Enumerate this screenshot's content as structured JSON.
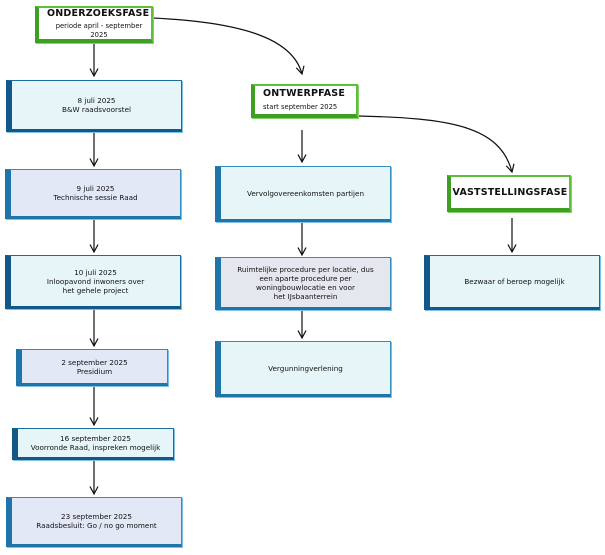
{
  "phases": {
    "onderzoek": {
      "title": "ONDERZOEKSFASE",
      "subtitle": "periode april - september 2025"
    },
    "ontwerp": {
      "title": "ONTWERPFASE",
      "subtitle": "start september 2025"
    },
    "vaststelling": {
      "title": "VASTSTELLINGSFASE"
    }
  },
  "onderzoek_steps": [
    {
      "date": "8 juli 2025",
      "text": "B&W raadsvoorstel"
    },
    {
      "date": "9 juli 2025",
      "text": "Technische sessie Raad"
    },
    {
      "date": "10 juli 2025",
      "line1": "Inloopavond inwoners over",
      "line2": "het gehele project"
    },
    {
      "date": "2 september 2025",
      "text": "Presidium"
    },
    {
      "date": "16 september 2025",
      "text": "Voorronde  Raad, inspreken mogelijk"
    },
    {
      "date": "23 september 2025",
      "text": "Raadsbesluit: Go / no go moment"
    }
  ],
  "ontwerp_steps": [
    {
      "text": "Vervolgovereenkomsten partijen"
    },
    {
      "line1": "Ruimtelijke procedure per locatie, dus",
      "line2": "een aparte procedure per",
      "line3": "woningbouwlocatie en voor",
      "line4": "het IJsbaanterrein"
    },
    {
      "text": "Vergunningverlening"
    }
  ],
  "vaststelling_steps": [
    {
      "text": "Bezwaar of beroep mogelijk"
    }
  ]
}
